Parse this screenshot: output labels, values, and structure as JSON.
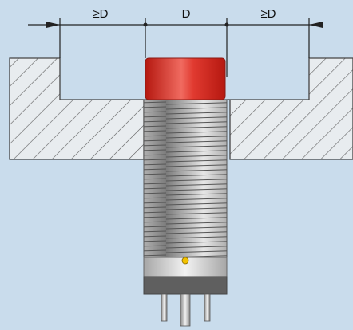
{
  "dimensions": {
    "left_label": "≥D",
    "center_label": "D",
    "right_label": "≥D"
  },
  "colors": {
    "background": "#c9dcec",
    "housing": "#e8ecef",
    "hatch": "#5a5a5a",
    "sensor_face": "#d7261e",
    "thread": "#a9a9a9",
    "led": "#f2c200"
  },
  "icons": {
    "sensor": "inductive-proximity-sensor-icon",
    "led": "status-led-icon"
  }
}
